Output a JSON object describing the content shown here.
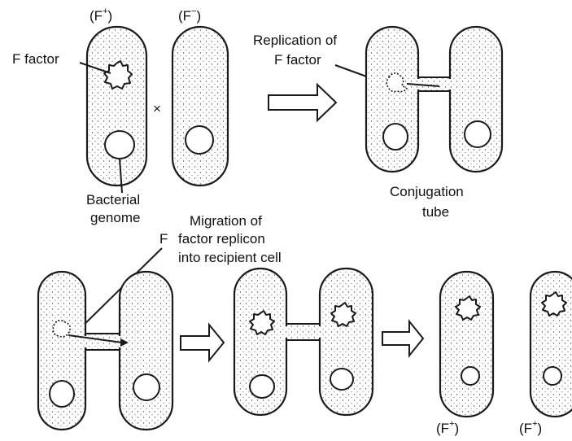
{
  "labels": {
    "f_plus": "F",
    "f_minus": "F",
    "plus_sign": "+",
    "minus_sign": "−",
    "cross": "×",
    "f_factor": "F factor",
    "bacterial_genome_line1": "Bacterial",
    "bacterial_genome_line2": "genome",
    "replication_line1": "Replication of",
    "replication_line2": "F factor",
    "conjugation_line1": "Conjugation",
    "conjugation_line2": "tube",
    "migration_line1": "Migration of",
    "migration_line2": "factor replicon",
    "migration_line3": "into recipient cell",
    "migration_f": "F",
    "result_left": "F",
    "result_right": "F"
  }
}
